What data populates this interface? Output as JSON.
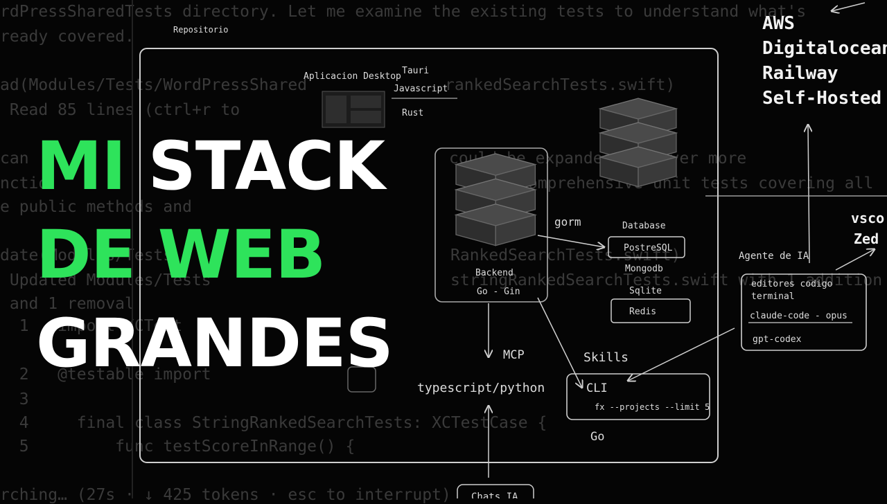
{
  "background_code": {
    "lines": [
      "rdPressSharedTests directory. Let me examine the existing tests to understand what's",
      "ready covered.",
      "ad(Modules/Tests/WordPressShared",
      "rankedSearchTests.swift)",
      " Read 85 lines (ctrl+r to",
      "can",
      "could be expanded to cover more",
      "nctio",
      "comprehensive unit tests covering all",
      "e public methods and",
      "date(Modules/Tests",
      "RankedSearchTests.swift)",
      " Updated Modules/Tests",
      "stringRankedSearchTests.swift with 1 addition",
      " and 1 removal",
      "  1   import XCTest",
      "  2   @testable import",
      "  3",
      "  4     final class StringRankedSearchTests: XCTestCase {",
      "  5         func testScoreInRange() {",
      "rching… (27s · ↓ 425 tokens · esc to interrupt)"
    ]
  },
  "title": {
    "line1_green": "MI",
    "line1_white": "STACK",
    "line2_green": "DE WEB",
    "line3_white": "GRANDES"
  },
  "diagram": {
    "repo_label": "Repositorio",
    "desktop_app": "Aplicacion Desktop",
    "tauri": "Tauri",
    "javascript": "Javascript",
    "rust": "Rust",
    "backend": "Backend",
    "backend_sub": "Go - Gin",
    "gorm": "gorm",
    "database": "Database",
    "postgres": "PostreSQL",
    "mongodb": "Mongodb",
    "sqlite": "Sqlite",
    "redis": "Redis",
    "mcp": "MCP",
    "mcp_lang": "typescript/python",
    "skills": "Skills",
    "cli": "CLI",
    "cli_cmd": "fx --projects --limit 5",
    "go": "Go",
    "chats": "Chats IA",
    "agent_label": "Agente de IA",
    "agent_items": [
      "editores codigo",
      "terminal",
      "claude-code - opus",
      "gpt-codex"
    ]
  },
  "hosts": [
    "AWS",
    "Digitalocean",
    "Railway",
    "Self-Hosted"
  ],
  "ide": [
    "vsco",
    "Zed"
  ]
}
